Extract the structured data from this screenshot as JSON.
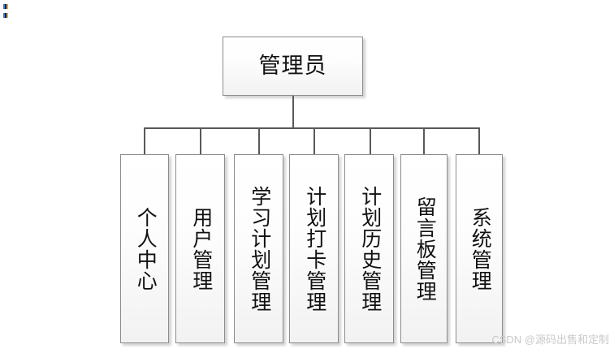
{
  "diagram": {
    "type": "organization-tree",
    "root": {
      "label": "管理员"
    },
    "children": [
      {
        "label": "个人中心"
      },
      {
        "label": "用户管理"
      },
      {
        "label": "学习计划管理"
      },
      {
        "label": "计划打卡管理"
      },
      {
        "label": "计划历史管理"
      },
      {
        "label": "留言板管理"
      },
      {
        "label": "系统管理"
      }
    ]
  },
  "watermark": {
    "text": "CSDN @源码出售和定制"
  },
  "colors": {
    "box_border": "#8c8c8c",
    "box_fill_top": "#ffffff",
    "box_fill_bottom": "#f2f2f2",
    "connector": "#595959",
    "text": "#111111",
    "watermark": "#c9c9c9",
    "background": "#ffffff"
  }
}
